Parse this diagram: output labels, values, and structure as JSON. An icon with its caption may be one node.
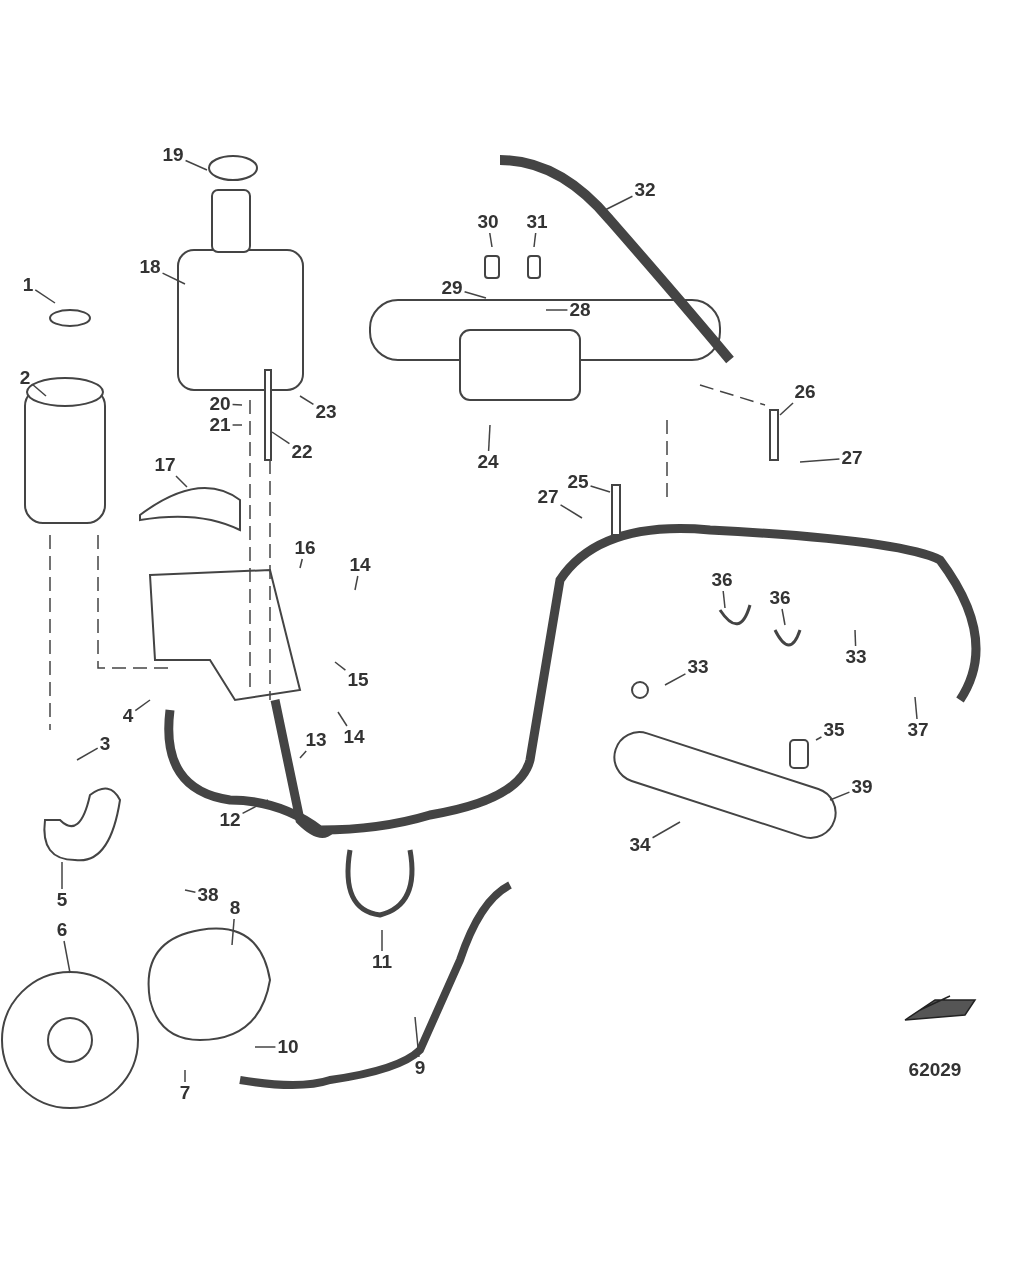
{
  "diagram": {
    "nodes": [
      {
        "text": [
          "1"
        ]
      },
      {
        "text": [
          "2"
        ]
      },
      {
        "text": [
          "3"
        ]
      },
      {
        "text": [
          "4"
        ]
      },
      {
        "text": [
          "5"
        ]
      },
      {
        "text": [
          "6"
        ]
      },
      {
        "text": [
          "7"
        ]
      },
      {
        "text": [
          "8"
        ]
      },
      {
        "text": [
          "9"
        ]
      },
      {
        "text": [
          "10"
        ]
      },
      {
        "text": [
          "11"
        ]
      },
      {
        "text": [
          "12"
        ]
      },
      {
        "text": [
          "13"
        ]
      },
      {
        "text": [
          "14"
        ]
      },
      {
        "text": [
          "14"
        ]
      },
      {
        "text": [
          "15"
        ]
      },
      {
        "text": [
          "16"
        ]
      },
      {
        "text": [
          "17"
        ]
      },
      {
        "text": [
          "18"
        ]
      },
      {
        "text": [
          "19"
        ]
      },
      {
        "text": [
          "20"
        ]
      },
      {
        "text": [
          "21"
        ]
      },
      {
        "text": [
          "22"
        ]
      },
      {
        "text": [
          "23"
        ]
      },
      {
        "text": [
          "24"
        ]
      },
      {
        "text": [
          "25"
        ]
      },
      {
        "text": [
          "26"
        ]
      },
      {
        "text": [
          "27"
        ]
      },
      {
        "text": [
          "27"
        ]
      },
      {
        "text": [
          "28"
        ]
      },
      {
        "text": [
          "29"
        ]
      },
      {
        "text": [
          "30"
        ]
      },
      {
        "text": [
          "31"
        ]
      },
      {
        "text": [
          "32"
        ]
      },
      {
        "text": [
          "33"
        ]
      },
      {
        "text": [
          "33"
        ]
      },
      {
        "text": [
          "34"
        ]
      },
      {
        "text": [
          "35"
        ]
      },
      {
        "text": [
          "36"
        ]
      },
      {
        "text": [
          "36"
        ]
      },
      {
        "text": [
          "37"
        ]
      },
      {
        "text": [
          "38"
        ]
      },
      {
        "text": [
          "39"
        ]
      }
    ],
    "edges": [
      {
        "from": 0,
        "to": null,
        "arrow": "none"
      },
      {
        "from": 1,
        "to": null,
        "arrow": "none"
      },
      {
        "from": 2,
        "to": null,
        "arrow": "none"
      },
      {
        "from": 3,
        "to": null,
        "arrow": "none"
      },
      {
        "from": 4,
        "to": null,
        "arrow": "none"
      },
      {
        "from": 5,
        "to": null,
        "arrow": "none"
      },
      {
        "from": 6,
        "to": null,
        "arrow": "none"
      },
      {
        "from": 7,
        "to": null,
        "arrow": "none"
      },
      {
        "from": 8,
        "to": null,
        "arrow": "none"
      },
      {
        "from": 9,
        "to": null,
        "arrow": "none"
      },
      {
        "from": 10,
        "to": null,
        "arrow": "none"
      },
      {
        "from": 11,
        "to": null,
        "arrow": "none"
      },
      {
        "from": 12,
        "to": null,
        "arrow": "none"
      },
      {
        "from": 13,
        "to": null,
        "arrow": "none"
      },
      {
        "from": 14,
        "to": null,
        "arrow": "none"
      },
      {
        "from": 15,
        "to": null,
        "arrow": "none"
      },
      {
        "from": 16,
        "to": null,
        "arrow": "none"
      },
      {
        "from": 17,
        "to": null,
        "arrow": "none"
      },
      {
        "from": 18,
        "to": null,
        "arrow": "none"
      },
      {
        "from": 19,
        "to": null,
        "arrow": "none"
      },
      {
        "from": 20,
        "to": null,
        "arrow": "none"
      },
      {
        "from": 21,
        "to": null,
        "arrow": "none"
      },
      {
        "from": 22,
        "to": null,
        "arrow": "none"
      },
      {
        "from": 23,
        "to": null,
        "arrow": "none"
      },
      {
        "from": 24,
        "to": null,
        "arrow": "none"
      },
      {
        "from": 25,
        "to": null,
        "arrow": "none"
      },
      {
        "from": 26,
        "to": null,
        "arrow": "none"
      },
      {
        "from": 27,
        "to": null,
        "arrow": "none"
      },
      {
        "from": 28,
        "to": null,
        "arrow": "none"
      },
      {
        "from": 29,
        "to": null,
        "arrow": "none"
      },
      {
        "from": 30,
        "to": null,
        "arrow": "none"
      },
      {
        "from": 31,
        "to": null,
        "arrow": "none"
      },
      {
        "from": 32,
        "to": null,
        "arrow": "none"
      },
      {
        "from": 33,
        "to": null,
        "arrow": "none"
      },
      {
        "from": 34,
        "to": null,
        "arrow": "none"
      },
      {
        "from": 35,
        "to": null,
        "arrow": "none"
      },
      {
        "from": 36,
        "to": null,
        "arrow": "none"
      },
      {
        "from": 37,
        "to": null,
        "arrow": "none"
      },
      {
        "from": 38,
        "to": null,
        "arrow": "none"
      },
      {
        "from": 39,
        "to": null,
        "arrow": "none"
      },
      {
        "from": 40,
        "to": null,
        "arrow": "none"
      },
      {
        "from": 41,
        "to": null,
        "arrow": "none"
      },
      {
        "from": 42,
        "to": null,
        "arrow": "none"
      }
    ],
    "labels": [
      "62029"
    ]
  }
}
